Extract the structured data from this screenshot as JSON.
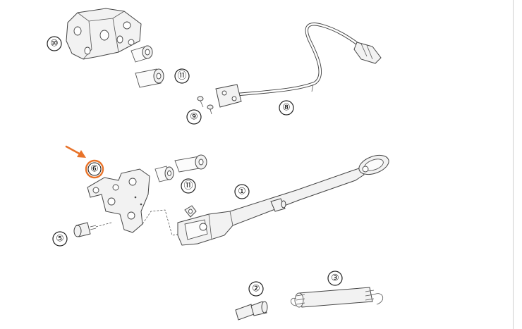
{
  "diagram": {
    "highlight_color": "#e8732a",
    "parts": [
      {
        "number": "①",
        "name": "side-stand"
      },
      {
        "number": "②",
        "name": "bolt"
      },
      {
        "number": "③",
        "name": "spring"
      },
      {
        "number": "⑤",
        "name": "screw"
      },
      {
        "number": "⑥",
        "name": "mounting-plate",
        "highlighted": true
      },
      {
        "number": "⑧",
        "name": "sensor-cable"
      },
      {
        "number": "⑨",
        "name": "small-screws"
      },
      {
        "number": "⑩",
        "name": "bracket"
      },
      {
        "number": "⑪",
        "name": "bushing-upper"
      },
      {
        "number": "⑪",
        "name": "bushing-lower"
      }
    ]
  }
}
